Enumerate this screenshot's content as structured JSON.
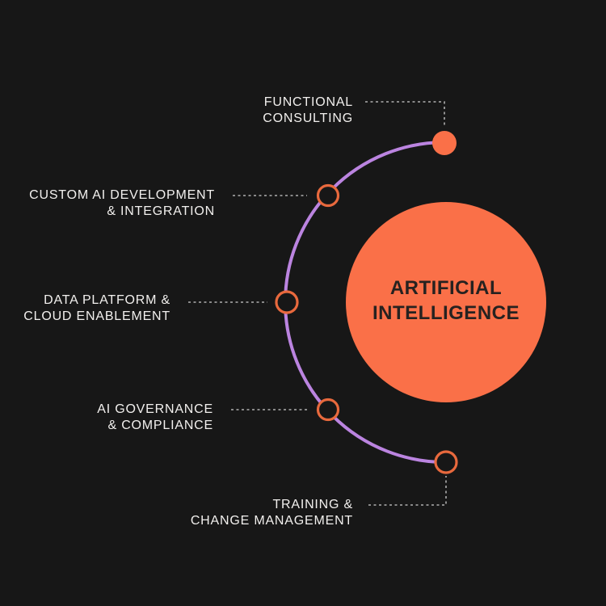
{
  "canvas": {
    "background": "#171717"
  },
  "colors": {
    "orange": "#FA7048",
    "node_stroke": "#E8693D",
    "node_fill_hollow": "#171717",
    "arc_purple": "#BB84E0",
    "dashed_gray": "#AFAFAF",
    "label_text": "#F2F0EE",
    "title_text": "#262220"
  },
  "center_circle": {
    "title_line1": "ARTIFICIAL",
    "title_line2": "INTELLIGENCE"
  },
  "items": [
    {
      "id": "functional-consulting",
      "label_line1": "FUNCTIONAL",
      "label_line2": "CONSULTING",
      "node_style": "filled"
    },
    {
      "id": "custom-ai-development",
      "label_line1": "CUSTOM AI DEVELOPMENT",
      "label_line2": "& INTEGRATION",
      "node_style": "outlined"
    },
    {
      "id": "data-platform",
      "label_line1": "DATA PLATFORM &",
      "label_line2": "CLOUD ENABLEMENT",
      "node_style": "outlined"
    },
    {
      "id": "ai-governance",
      "label_line1": "AI GOVERNANCE",
      "label_line2": "& COMPLIANCE",
      "node_style": "outlined"
    },
    {
      "id": "training-change",
      "label_line1": "TRAINING &",
      "label_line2": "CHANGE MANAGEMENT",
      "node_style": "outlined"
    }
  ]
}
